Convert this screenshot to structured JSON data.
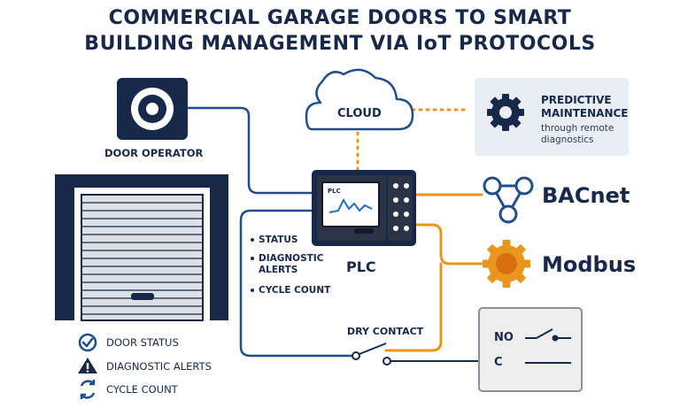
{
  "title": {
    "line1": "COMMERCIAL GARAGE DOORS TO SMART",
    "line2": "BUILDING MANAGEMENT VIA IoT PROTOCOLS"
  },
  "nodes": {
    "door_operator": "DOOR OPERATOR",
    "cloud": "CLOUD",
    "plc_screen": "PLC",
    "plc_label": "PLC",
    "bacnet": "BACnet",
    "modbus": "Modbus",
    "dry_contact": "DRY CONTACT",
    "relay_no": "NO",
    "relay_c": "C"
  },
  "predictive_maintenance": {
    "title_line1": "PREDICTIVE",
    "title_line2": "MAINTENANCE",
    "sub_line1": "through remote",
    "sub_line2": "diagnostics"
  },
  "plc_signals": [
    "STATUS",
    "DIAGNOSTIC ALERTS",
    "CYCLE COUNT"
  ],
  "plc_signal_lines": {
    "status": "STATUS",
    "diag1": "DIAGNOSTIC",
    "diag2": "ALERTS",
    "cycle": "CYCLE COUNT"
  },
  "legend": {
    "door_status": "DOOR STATUS",
    "diagnostic_alerts": "DIAGNOSTIC ALERTS",
    "cycle_count": "CYCLE COUNT"
  },
  "colors": {
    "navy": "#17284a",
    "blue_line": "#1f4e8c",
    "orange": "#e8961e",
    "panel_bg": "#e9eef5",
    "door_slats": "#dfe3e8"
  },
  "icons": {
    "door_operator": "operator-button-icon",
    "cloud": "cloud-icon",
    "predictive_maintenance": "gear-icon",
    "bacnet": "network-nodes-icon",
    "modbus": "orange-gear-icon",
    "door_status": "check-circle-icon",
    "diagnostic_alerts": "warning-triangle-icon",
    "cycle_count": "refresh-icon"
  }
}
